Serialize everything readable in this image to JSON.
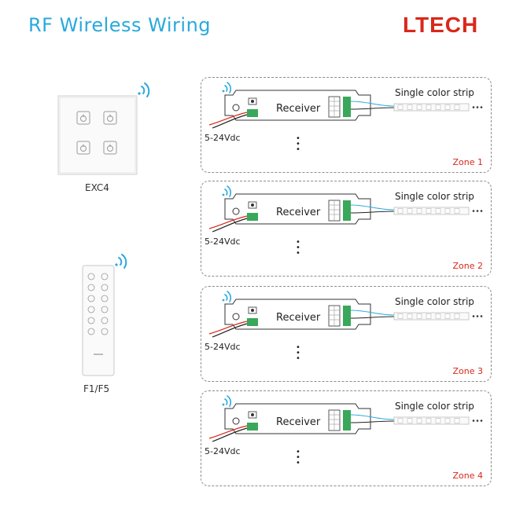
{
  "header": {
    "title": "RF Wireless Wiring",
    "brand": "LTECH",
    "accent_color": "#2aa9dd",
    "brand_color": "#d9281a"
  },
  "devices": [
    {
      "label": "EXC4",
      "icon": "wall-panel-icon"
    },
    {
      "label": "F1/F5",
      "icon": "remote-control-icon"
    }
  ],
  "zones": [
    {
      "receiver": "Receiver",
      "strip": "Single color strip",
      "voltage": "5-24Vdc",
      "zone": "Zone 1"
    },
    {
      "receiver": "Receiver",
      "strip": "Single color strip",
      "voltage": "5-24Vdc",
      "zone": "Zone 2"
    },
    {
      "receiver": "Receiver",
      "strip": "Single color strip",
      "voltage": "5-24Vdc",
      "zone": "Zone 3"
    },
    {
      "receiver": "Receiver",
      "strip": "Single color strip",
      "voltage": "5-24Vdc",
      "zone": "Zone 4"
    }
  ]
}
